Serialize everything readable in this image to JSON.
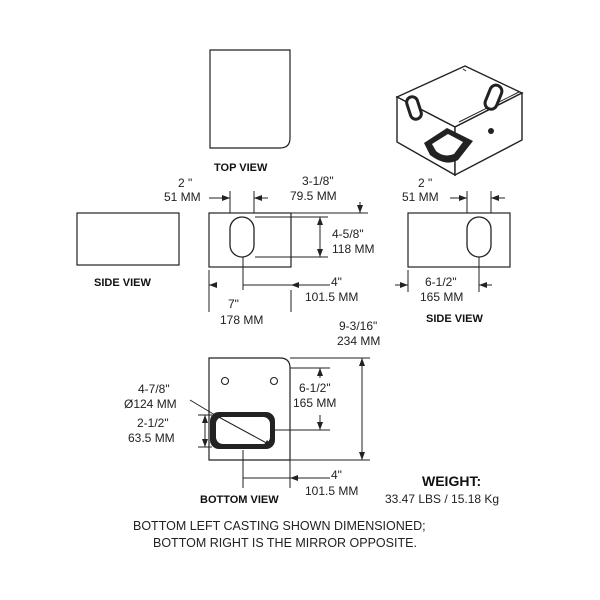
{
  "views": {
    "top": "TOP VIEW",
    "side_left": "SIDE VIEW",
    "side_right": "SIDE VIEW",
    "bottom": "BOTTOM VIEW"
  },
  "dims": {
    "d1_in": "2 \"",
    "d1_mm": "51 MM",
    "d2_in": "3-1/8\"",
    "d2_mm": "79.5 MM",
    "d3_in": "4-5/8\"",
    "d3_mm": "118 MM",
    "d4_in": "4\"",
    "d4_mm": "101.5 MM",
    "d5_in": "7\"",
    "d5_mm": "178 MM",
    "d6_in": "2 \"",
    "d6_mm": "51 MM",
    "d7_in": "6-1/2\"",
    "d7_mm": "165 MM",
    "d8_in": "9-3/16\"",
    "d8_mm": "234 MM",
    "d9_in": "6-1/2\"",
    "d9_mm": "165 MM",
    "d10_in": "4-7/8\"",
    "d10_mm": "Ø124 MM",
    "d11_in": "2-1/2\"",
    "d11_mm": "63.5 MM",
    "d12_in": "4\"",
    "d12_mm": "101.5 MM"
  },
  "weight": {
    "label": "WEIGHT:",
    "value": "33.47 LBS / 15.18 Kg"
  },
  "notes": [
    "BOTTOM LEFT CASTING SHOWN DIMENSIONED;",
    "BOTTOM RIGHT IS THE MIRROR OPPOSITE."
  ]
}
